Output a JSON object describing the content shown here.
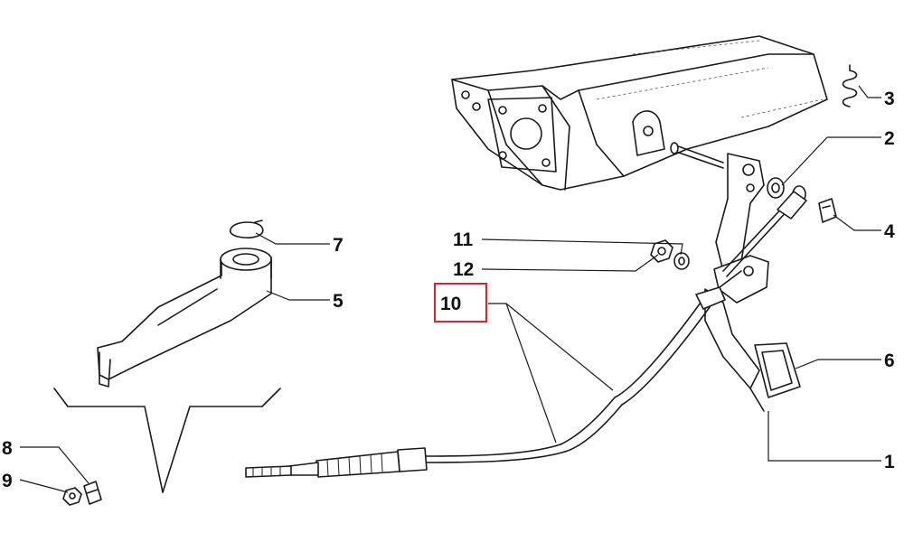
{
  "callouts": [
    {
      "id": "c1",
      "text": "1"
    },
    {
      "id": "c2",
      "text": "2"
    },
    {
      "id": "c3",
      "text": "3"
    },
    {
      "id": "c4",
      "text": "4"
    },
    {
      "id": "c5",
      "text": "5"
    },
    {
      "id": "c6",
      "text": "6"
    },
    {
      "id": "c7",
      "text": "7"
    },
    {
      "id": "c8",
      "text": "8"
    },
    {
      "id": "c9",
      "text": "9"
    },
    {
      "id": "c10",
      "text": "10"
    },
    {
      "id": "c11",
      "text": "11"
    },
    {
      "id": "c12",
      "text": "12"
    }
  ],
  "highlight": {
    "callout": "10",
    "color": "#d9232d"
  },
  "colors": {
    "line": "#1a1a1a",
    "background": "#ffffff"
  }
}
